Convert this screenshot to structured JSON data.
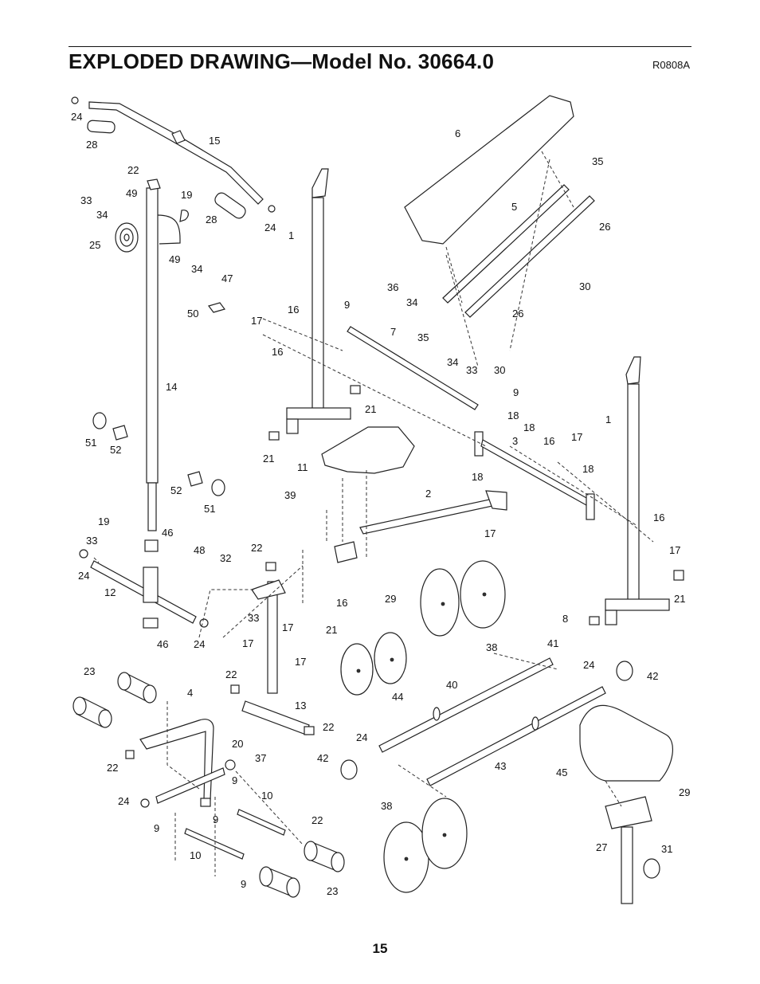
{
  "header": {
    "title": "EXPLODED DRAWING—Model No. 30664.0",
    "drawing_number": "R0808A"
  },
  "footer": {
    "page_number": "15"
  },
  "part_labels": [
    "24",
    "28",
    "15",
    "22",
    "33",
    "49",
    "19",
    "34",
    "28",
    "24",
    "25",
    "49",
    "34",
    "47",
    "1",
    "6",
    "35",
    "5",
    "26",
    "30",
    "36",
    "34",
    "50",
    "17",
    "16",
    "9",
    "7",
    "35",
    "26",
    "34",
    "33",
    "30",
    "16",
    "14",
    "21",
    "9",
    "1",
    "51",
    "52",
    "21",
    "18",
    "18",
    "3",
    "16",
    "17",
    "11",
    "18",
    "18",
    "52",
    "51",
    "39",
    "2",
    "16",
    "17",
    "19",
    "33",
    "46",
    "48",
    "22",
    "17",
    "24",
    "32",
    "29",
    "12",
    "16",
    "21",
    "8",
    "33",
    "17",
    "21",
    "46",
    "24",
    "38",
    "41",
    "17",
    "17",
    "23",
    "22",
    "44",
    "24",
    "42",
    "4",
    "40",
    "13",
    "22",
    "20",
    "24",
    "42",
    "43",
    "45",
    "22",
    "37",
    "29",
    "24",
    "9",
    "10",
    "9",
    "22",
    "38",
    "9",
    "27",
    "31",
    "10",
    "9",
    "23"
  ]
}
